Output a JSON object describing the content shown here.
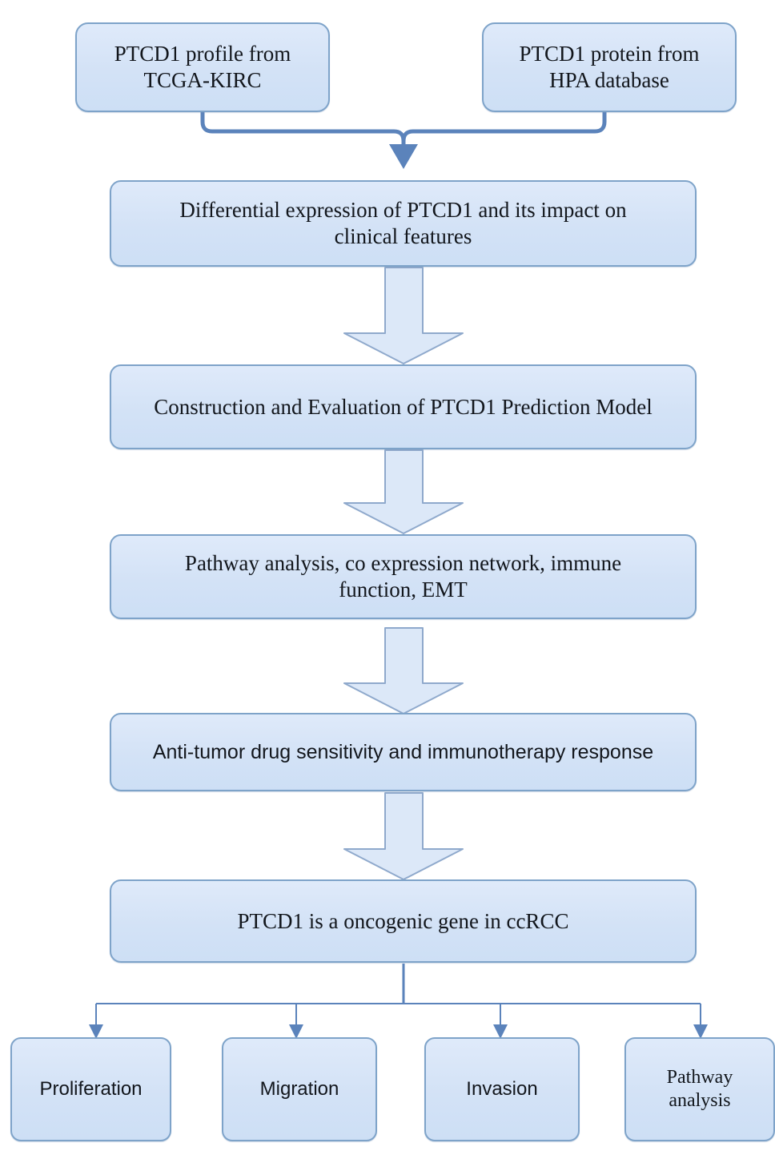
{
  "diagram": {
    "title": "PTCD1 study workflow flowchart",
    "colors": {
      "node_fill": "#d5e3f5",
      "node_border": "#7ea3c9",
      "connector": "#5b83bb",
      "arrow_fill": "#dce8f8",
      "text": "#12161c",
      "background": "#ffffff"
    },
    "sources": [
      {
        "id": "source-tcga",
        "label": "PTCD1 profile from TCGA-KIRC",
        "lines": [
          "PTCD1 profile from",
          "TCGA-KIRC"
        ]
      },
      {
        "id": "source-hpa",
        "label": "PTCD1 protein from HPA database",
        "lines": [
          "PTCD1 protein from",
          "HPA database"
        ]
      }
    ],
    "steps": [
      {
        "id": "step-differential-expression",
        "label": "Differential expression of PTCD1 and its impact on clinical features",
        "lines": [
          "Differential expression of PTCD1 and its impact on",
          "clinical features"
        ]
      },
      {
        "id": "step-prediction-model",
        "label": "Construction and Evaluation of PTCD1 Prediction Model",
        "lines": [
          "Construction and Evaluation of PTCD1 Prediction Model"
        ]
      },
      {
        "id": "step-pathway-network",
        "label": "Pathway analysis, co expression network, immune function, EMT",
        "lines": [
          "Pathway analysis, co expression network, immune",
          "function, EMT"
        ]
      },
      {
        "id": "step-drug-sensitivity",
        "label": "Anti-tumor drug sensitivity and immunotherapy response",
        "lines": [
          "Anti-tumor drug sensitivity and immunotherapy response"
        ]
      },
      {
        "id": "step-conclusion",
        "label": "PTCD1 is a oncogenic gene in ccRCC",
        "lines": [
          "PTCD1 is a oncogenic gene in ccRCC"
        ]
      }
    ],
    "outcomes": [
      {
        "id": "outcome-proliferation",
        "label": "Proliferation",
        "lines": [
          "Proliferation"
        ]
      },
      {
        "id": "outcome-migration",
        "label": "Migration",
        "lines": [
          "Migration"
        ]
      },
      {
        "id": "outcome-invasion",
        "label": "Invasion",
        "lines": [
          "Invasion"
        ]
      },
      {
        "id": "outcome-pathway-analysis",
        "label": "Pathway analysis",
        "lines": [
          "Pathway",
          "analysis"
        ]
      }
    ],
    "connectors": [
      {
        "id": "merge-connector",
        "kind": "bracket-merge-arrow",
        "from": [
          "source-tcga",
          "source-hpa"
        ],
        "to": "step-differential-expression"
      },
      {
        "id": "block-arrow-1",
        "kind": "block-arrow",
        "from": "step-differential-expression",
        "to": "step-prediction-model"
      },
      {
        "id": "block-arrow-2",
        "kind": "block-arrow",
        "from": "step-prediction-model",
        "to": "step-pathway-network"
      },
      {
        "id": "block-arrow-3",
        "kind": "block-arrow",
        "from": "step-pathway-network",
        "to": "step-drug-sensitivity"
      },
      {
        "id": "block-arrow-4",
        "kind": "block-arrow",
        "from": "step-drug-sensitivity",
        "to": "step-conclusion"
      },
      {
        "id": "split-connector",
        "kind": "tree-split",
        "from": "step-conclusion",
        "to": [
          "outcome-proliferation",
          "outcome-migration",
          "outcome-invasion",
          "outcome-pathway-analysis"
        ]
      }
    ]
  }
}
